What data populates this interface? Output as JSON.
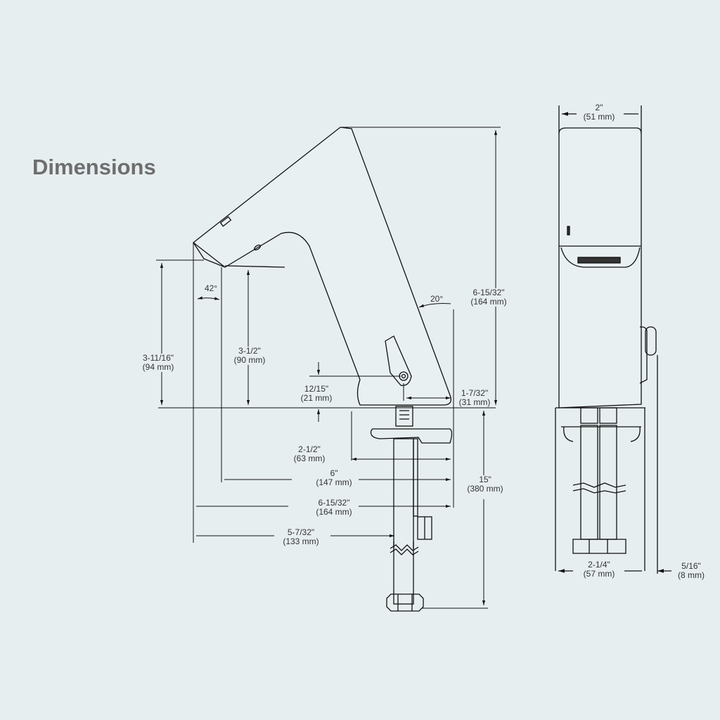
{
  "title": "Dimensions",
  "side_view": {
    "angle_spout": "42°",
    "angle_front": "20°",
    "dims": [
      {
        "id": "overall-height",
        "imperial": "6-15/32\"",
        "metric": "(164 mm)"
      },
      {
        "id": "spout-height",
        "imperial": "3-11/16\"",
        "metric": "(94 mm)"
      },
      {
        "id": "outlet-height",
        "imperial": "3-1/2\"",
        "metric": "(90 mm)"
      },
      {
        "id": "handle-height",
        "imperial": "12/15\"",
        "metric": "(21 mm)"
      },
      {
        "id": "handle-offset",
        "imperial": "1-7/32\"",
        "metric": "(31 mm)"
      },
      {
        "id": "base-depth",
        "imperial": "2-1/2\"",
        "metric": "(63 mm)"
      },
      {
        "id": "spout-reach",
        "imperial": "6\"",
        "metric": "(147 mm)"
      },
      {
        "id": "overall-depth",
        "imperial": "6-15/32\"",
        "metric": "(164 mm)"
      },
      {
        "id": "supply-offset",
        "imperial": "5-7/32\"",
        "metric": "(133 mm)"
      },
      {
        "id": "supply-length",
        "imperial": "15\"",
        "metric": "(380 mm)"
      }
    ]
  },
  "front_view": {
    "dims": [
      {
        "id": "body-width",
        "imperial": "2\"",
        "metric": "(51 mm)"
      },
      {
        "id": "base-width",
        "imperial": "2-1/4\"",
        "metric": "(57 mm)"
      },
      {
        "id": "handle-projection",
        "imperial": "5/16\"",
        "metric": "(8 mm)"
      }
    ]
  }
}
